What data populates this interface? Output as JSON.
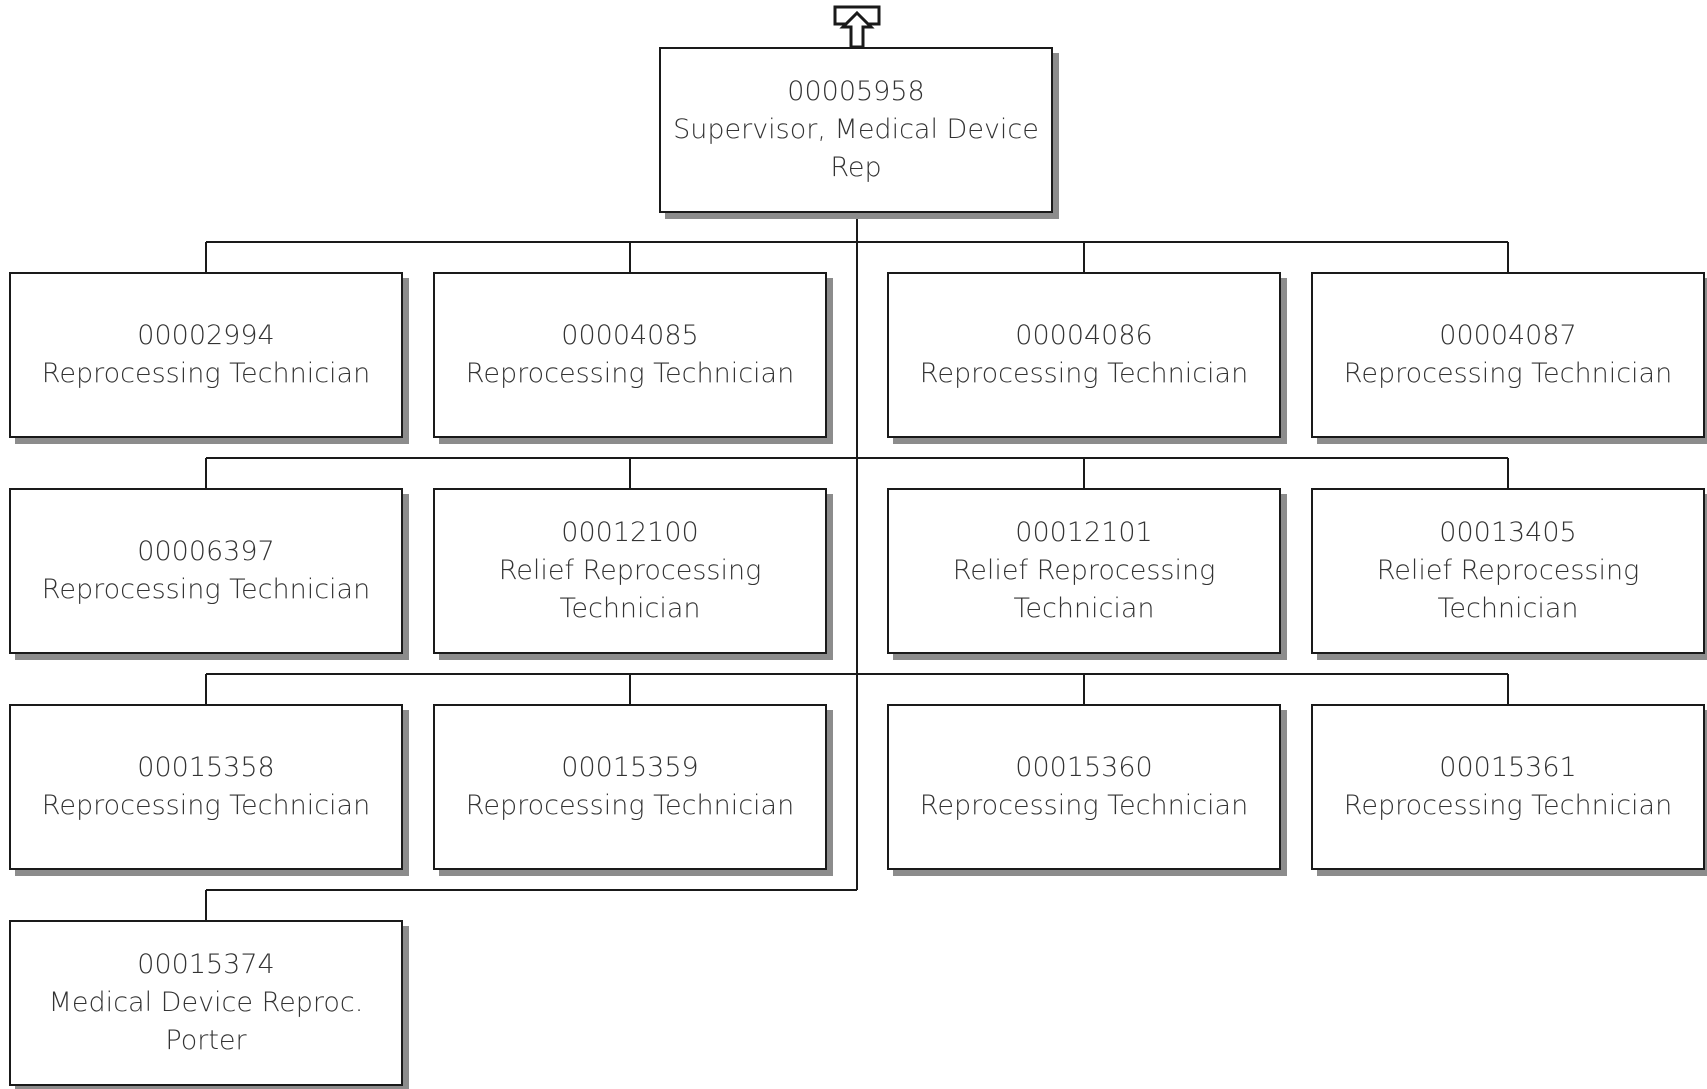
{
  "root": {
    "id": "00005958",
    "title": "Supervisor, Medical Device Rep"
  },
  "nav": {
    "up_icon": "up-arrow-icon"
  },
  "rows": [
    [
      {
        "id": "00002994",
        "title": "Reprocessing Technician"
      },
      {
        "id": "00004085",
        "title": "Reprocessing Technician"
      },
      {
        "id": "00004086",
        "title": "Reprocessing Technician"
      },
      {
        "id": "00004087",
        "title": "Reprocessing Technician"
      }
    ],
    [
      {
        "id": "00006397",
        "title": "Reprocessing Technician"
      },
      {
        "id": "00012100",
        "title": "Relief Reprocessing Technician"
      },
      {
        "id": "00012101",
        "title": "Relief Reprocessing Technician"
      },
      {
        "id": "00013405",
        "title": "Relief Reprocessing Technician"
      }
    ],
    [
      {
        "id": "00015358",
        "title": "Reprocessing Technician"
      },
      {
        "id": "00015359",
        "title": "Reprocessing Technician"
      },
      {
        "id": "00015360",
        "title": "Reprocessing Technician"
      },
      {
        "id": "00015361",
        "title": "Reprocessing Technician"
      }
    ],
    [
      {
        "id": "00015374",
        "title": "Medical Device Reproc. Porter"
      }
    ]
  ]
}
